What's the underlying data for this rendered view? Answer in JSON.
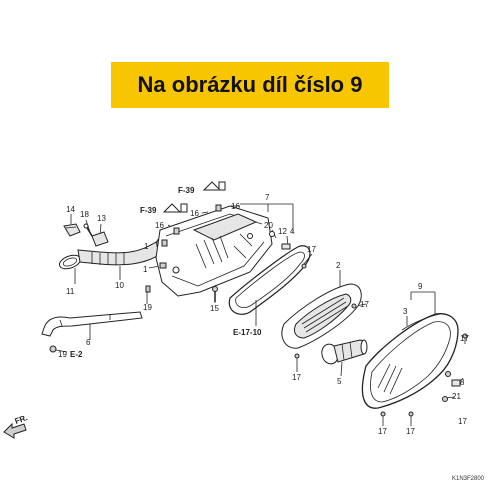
{
  "banner": {
    "text": "Na obrázku díl číslo 9",
    "color": "#f7c600"
  },
  "references": {
    "f39_top": "F-39",
    "f39_left": "F-39",
    "e17_10": "E-17-10",
    "e2": "E-2",
    "fr": "FR."
  },
  "catalog_code": "K1N3F2800",
  "labels": {
    "p14": "14",
    "p18": "18",
    "p13": "13",
    "p11": "11",
    "p10": "10",
    "p19a": "19",
    "p19b": "19",
    "p6": "6",
    "p16a": "16",
    "p16b": "16",
    "p16c": "16",
    "p1a": "1",
    "p1b": "1",
    "p15": "15",
    "p7": "7",
    "p20": "20",
    "p12": "12",
    "p4": "4",
    "p17a": "17",
    "p17b": "17",
    "p17c": "17",
    "p17d": "17",
    "p17e": "17",
    "p17f": "17",
    "p17g": "17",
    "p2": "2",
    "p5": "5",
    "p9": "9",
    "p3": "3",
    "p8": "8",
    "p21": "21"
  }
}
